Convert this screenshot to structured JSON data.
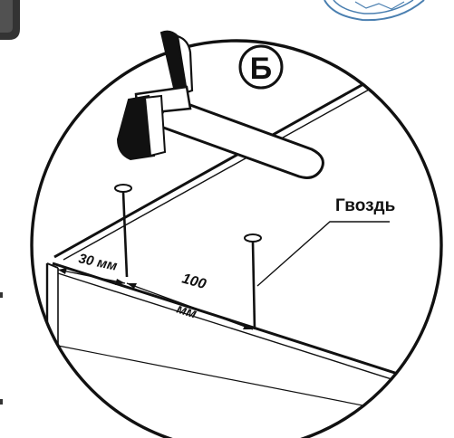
{
  "diagram": {
    "panel_label": "Б",
    "nail_label": "Гвоздь",
    "dim_edge": "30 мм",
    "dim_spacing_value": "100",
    "dim_spacing_unit": "мм"
  },
  "colors": {
    "ink": "#111111",
    "background": "#ffffff",
    "corner_tab": "#333333",
    "stamp": "#4a7fb0"
  },
  "icons": {
    "hammer": "hammer-icon",
    "nail": "nail-icon",
    "stamp": "logo-stamp"
  }
}
